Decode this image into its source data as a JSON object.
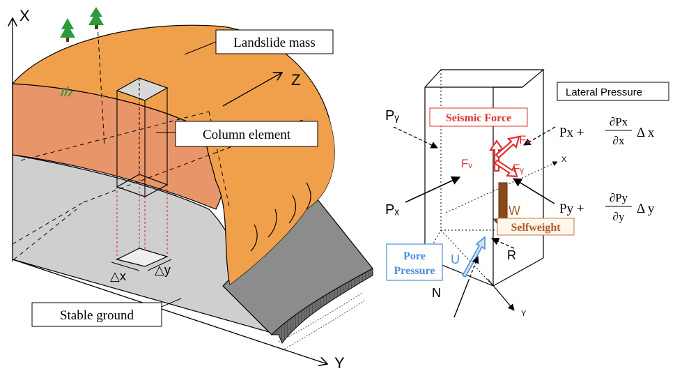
{
  "left_diagram": {
    "axis_x_label": "X",
    "axis_y_label": "Y",
    "axis_z_label": "Z",
    "callout_landslide_mass": "Landslide mass",
    "callout_column_element": "Column element",
    "callout_stable_ground": "Stable ground",
    "delta_x_label": "△x",
    "delta_y_label": "△y",
    "colors": {
      "landslide_top": "#f0a04b",
      "landslide_side": "#e8956a",
      "stable_ground": "#cfcfcf",
      "rock_face": "#8c8c8c",
      "tree": "#2e9a3c"
    }
  },
  "right_diagram": {
    "lateral_pressure_label": "Lateral Pressure",
    "seismic_force_label": "Seismic Force",
    "selfweight_label": "Selfweight",
    "pore_pressure_line1": "Pore",
    "pore_pressure_line2": "Pressure",
    "py_label": "Pᵧ",
    "px_label": "Pₓ",
    "fx_label": "Fₓ",
    "fv_label": "Fᵥ",
    "fy_label": "Fᵧ",
    "w_label": "W",
    "u_label": "U",
    "r_label": "R",
    "n_label": "N",
    "axis_x": "X",
    "axis_y": "Y",
    "eq_x_lhs": "Px +",
    "eq_x_num": "∂Px",
    "eq_x_den": "∂x",
    "eq_x_rhs": "Δ x",
    "eq_y_lhs": "Py +",
    "eq_y_num": "∂Py",
    "eq_y_den": "∂y",
    "eq_y_rhs": "Δ y",
    "colors": {
      "seismic": "#e03030",
      "selfweight_arrow": "#8a4a1a",
      "selfweight_text": "#b25a1e",
      "pore": "#4a90d9"
    }
  }
}
